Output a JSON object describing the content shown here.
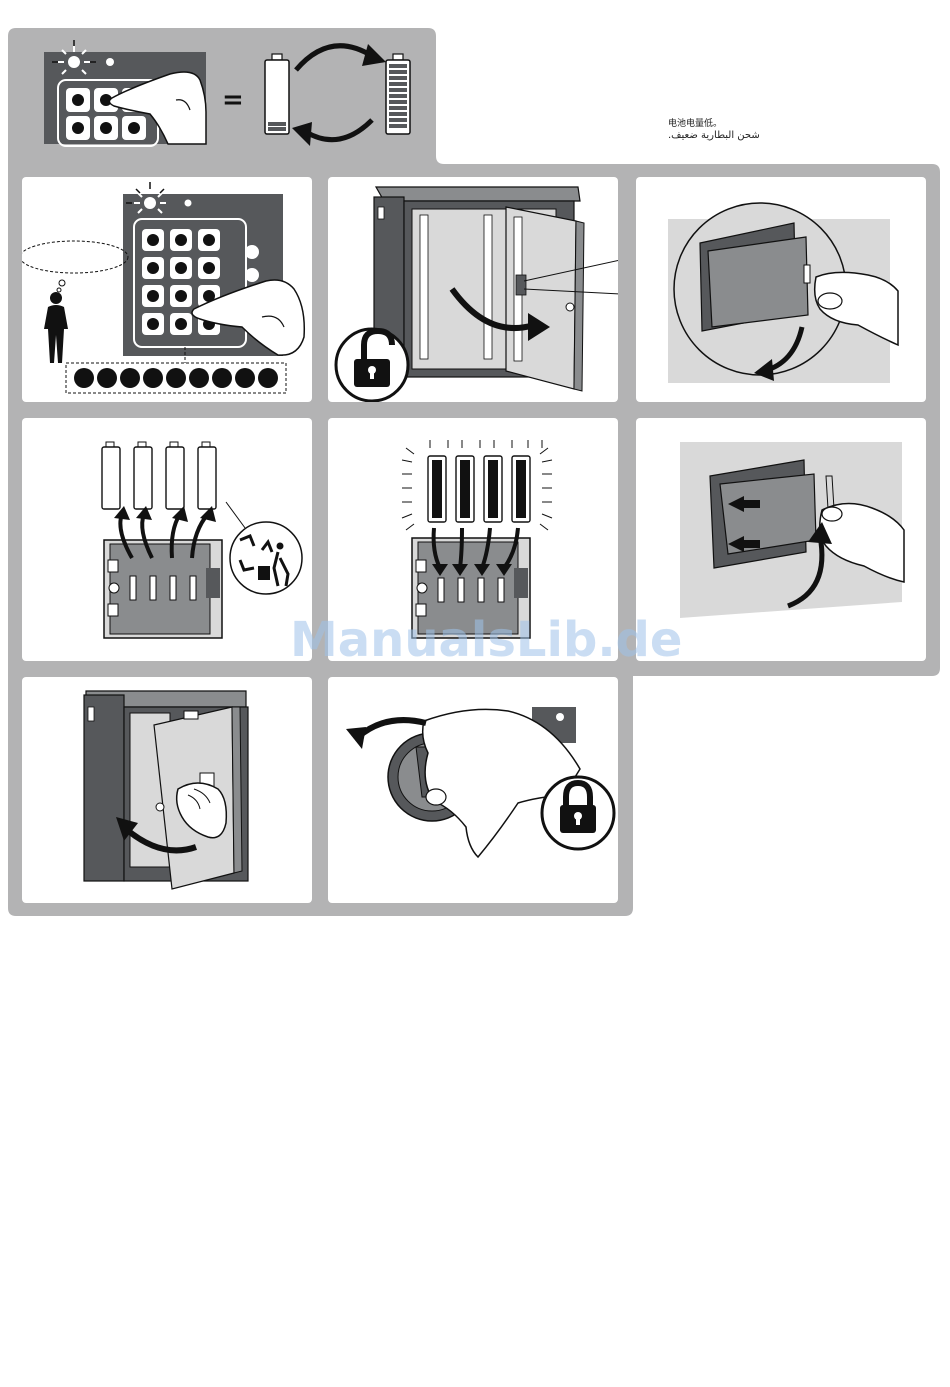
{
  "header": {
    "equals_sign": "=",
    "caption_zh": "电池电量低。",
    "caption_ar": "شحن البطارية ضعيف."
  },
  "watermark": {
    "text": "ManualsLib.de"
  },
  "colors": {
    "frame_gray": "#b3b3b4",
    "panel_white": "#ffffff",
    "dark_gray": "#56585b",
    "mid_gray": "#8a8c8e",
    "light_gray": "#d9d9d9",
    "black": "#111111",
    "watermark": "#9fc3ea"
  },
  "panels": [
    {
      "id": "step-1",
      "icons": [
        "keypad-icon",
        "user-icon",
        "code-dots-icon"
      ]
    },
    {
      "id": "step-2",
      "icons": [
        "safe-open-icon",
        "unlock-icon"
      ]
    },
    {
      "id": "step-3",
      "icons": [
        "battery-cover-icon",
        "hand-icon"
      ]
    },
    {
      "id": "step-4",
      "icons": [
        "battery-icon",
        "battery-holder-icon",
        "recycle-icon"
      ]
    },
    {
      "id": "step-5",
      "icons": [
        "new-battery-icon",
        "battery-holder-icon"
      ]
    },
    {
      "id": "step-6",
      "icons": [
        "battery-cover-icon",
        "hand-icon"
      ]
    },
    {
      "id": "step-7",
      "icons": [
        "safe-close-icon",
        "hand-icon"
      ]
    },
    {
      "id": "step-8",
      "icons": [
        "knob-icon",
        "lock-icon"
      ]
    }
  ]
}
